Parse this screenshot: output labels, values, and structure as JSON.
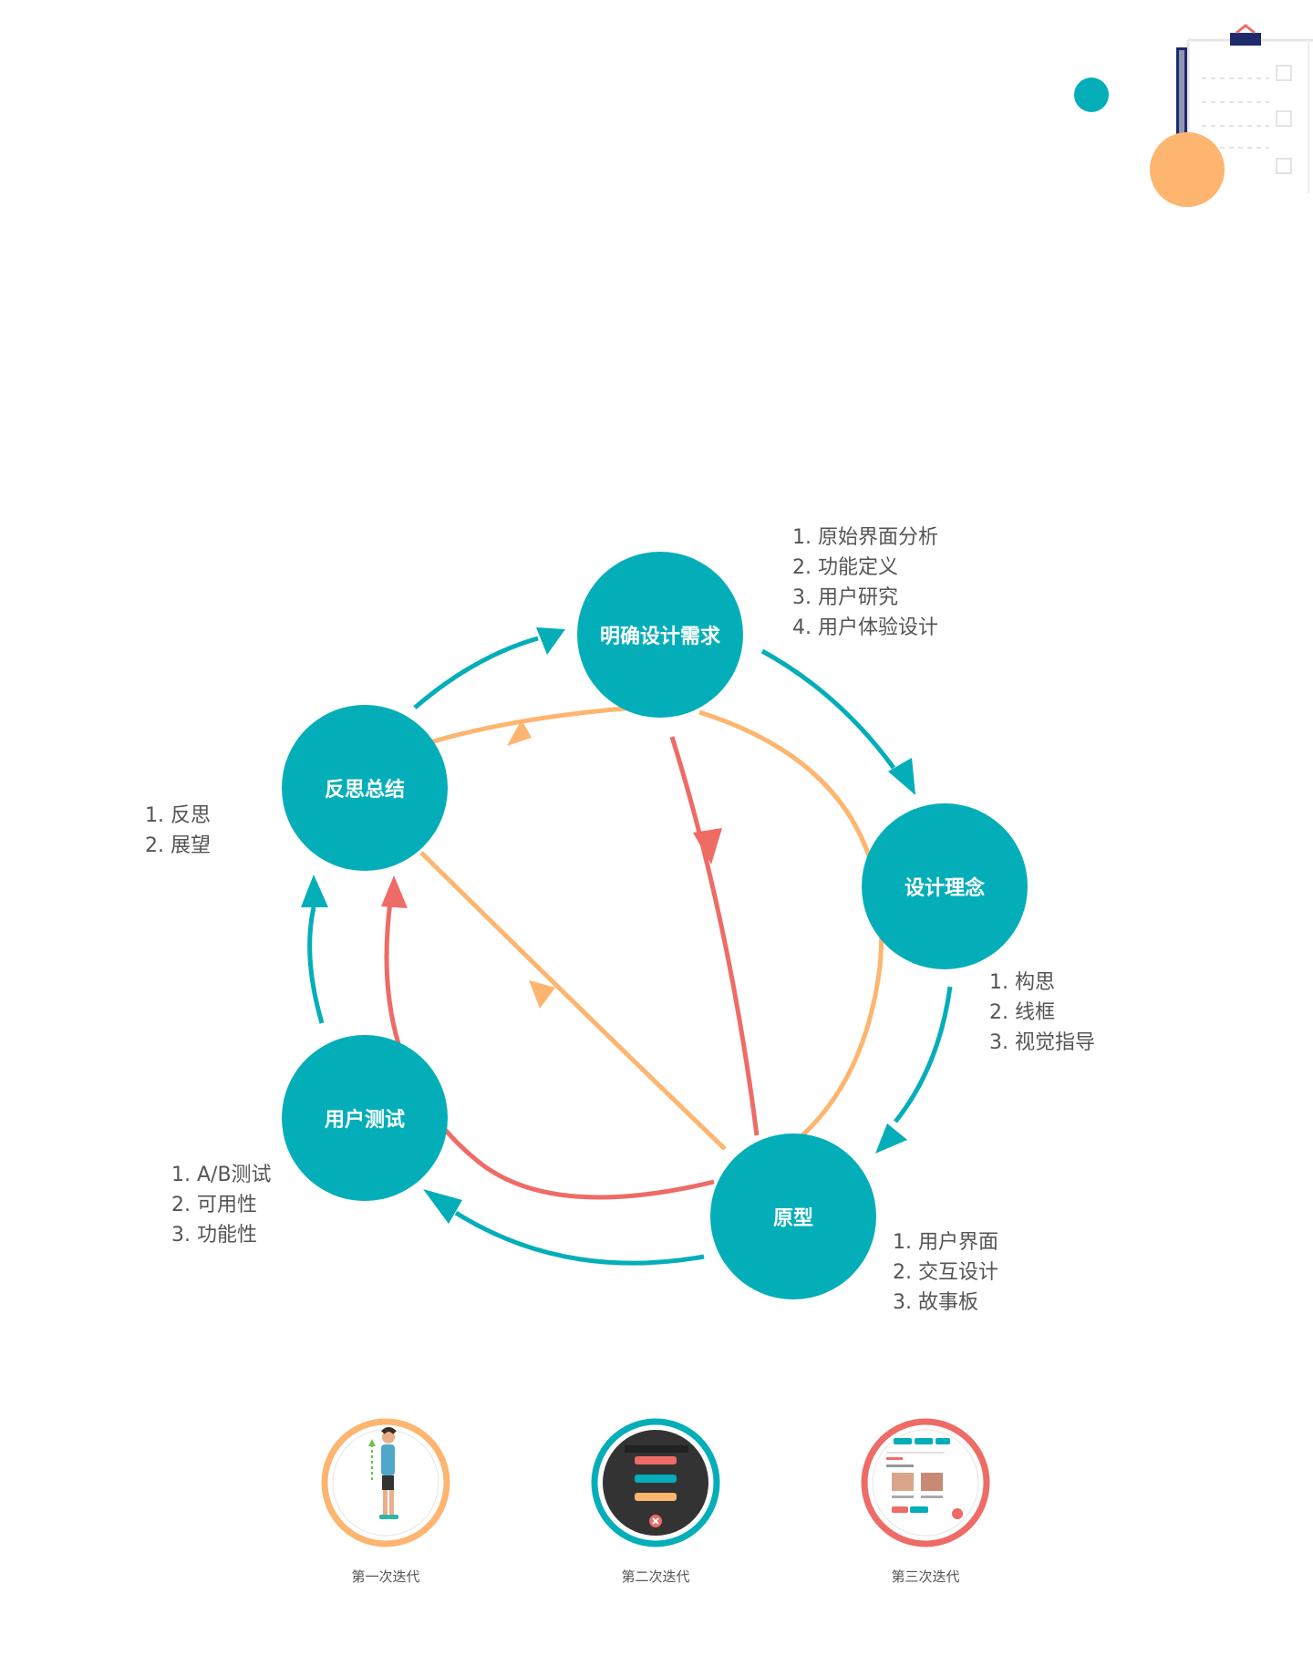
{
  "colors": {
    "teal": "#03AEB9",
    "orange": "#FDB56F",
    "red": "#EE6B66",
    "text": "#555555",
    "dark_screen": "#333333",
    "navy": "#1F2A6B"
  },
  "icons": [
    "clipboard-icon",
    "standing-person-icon",
    "phone-menu-screen-icon",
    "tablet-training-screen-icon"
  ],
  "nodes": {
    "requirements": {
      "label": "明确设计需求",
      "items": [
        "1. 原始界面分析",
        "2. 功能定义",
        "3. 用户研究",
        "4. 用户体验设计"
      ]
    },
    "concept": {
      "label": "设计理念",
      "items": [
        "1. 构思",
        "2. 线框",
        "3. 视觉指导"
      ]
    },
    "prototype": {
      "label": "原型",
      "items": [
        "1. 用户界面",
        "2. 交互设计",
        "3. 故事板"
      ]
    },
    "testing": {
      "label": "用户测试",
      "items": [
        "1. A/B测试",
        "2. 可用性",
        "3. 功能性"
      ]
    },
    "reflection": {
      "label": "反思总结",
      "items": [
        "1. 反思",
        "2. 展望"
      ]
    }
  },
  "iterations": [
    {
      "label": "第一次迭代",
      "color": "#FDB56F"
    },
    {
      "label": "第二次迭代",
      "color": "#03AEB9"
    },
    {
      "label": "第三次迭代",
      "color": "#EE6B66"
    }
  ]
}
